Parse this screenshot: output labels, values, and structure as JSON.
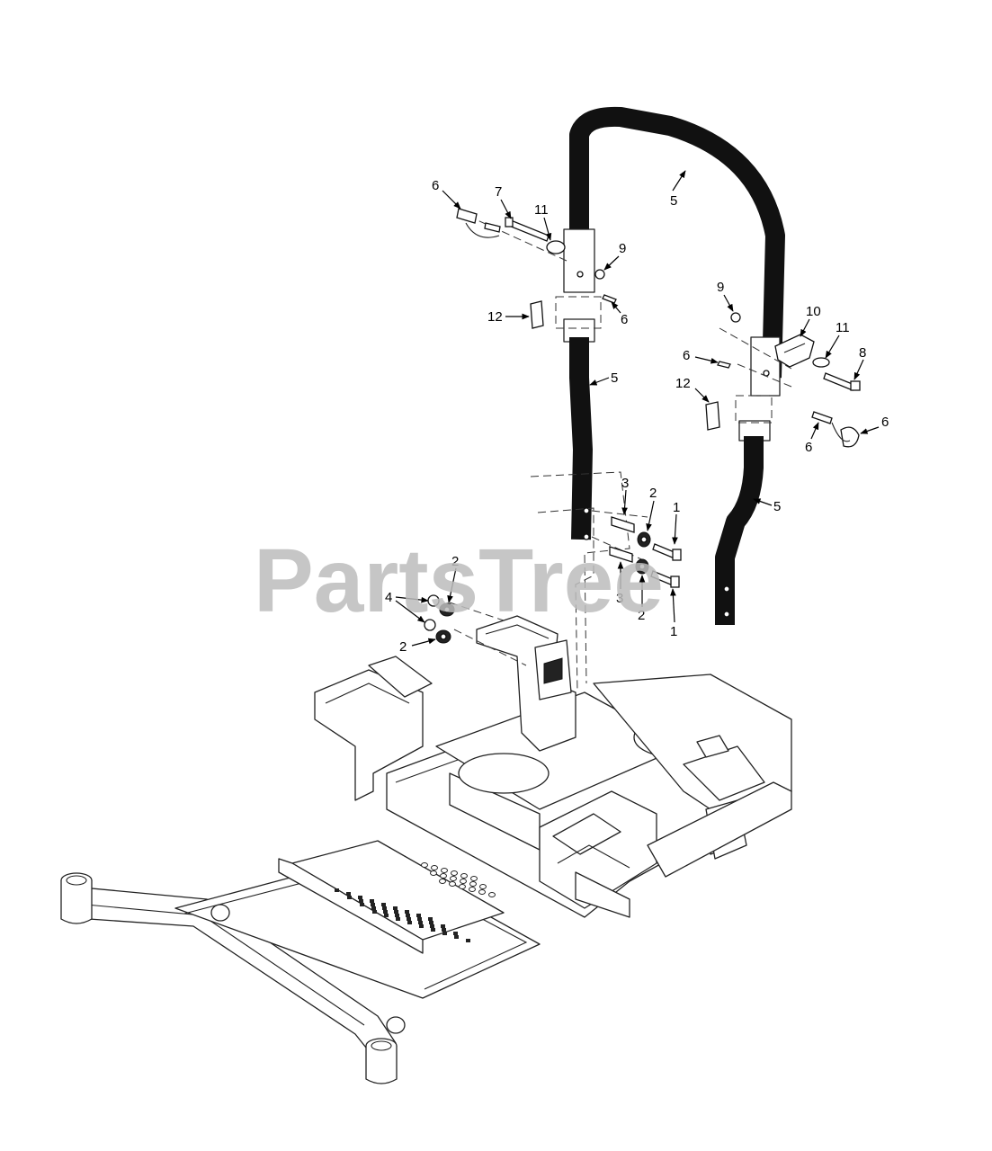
{
  "watermark": "PartsTree",
  "callouts": {
    "c1a": "1",
    "c1b": "1",
    "c2a": "2",
    "c2b": "2",
    "c2c": "2",
    "c2d": "2",
    "c3a": "3",
    "c3b": "3",
    "c4": "4",
    "c5a": "5",
    "c5b": "5",
    "c5c": "5",
    "c6a": "6",
    "c6b": "6",
    "c6c": "6",
    "c6d": "6",
    "c6e": "6",
    "c7": "7",
    "c8": "8",
    "c9a": "9",
    "c9b": "9",
    "c10": "10",
    "c11a": "11",
    "c11b": "11",
    "c12a": "12",
    "c12b": "12"
  }
}
